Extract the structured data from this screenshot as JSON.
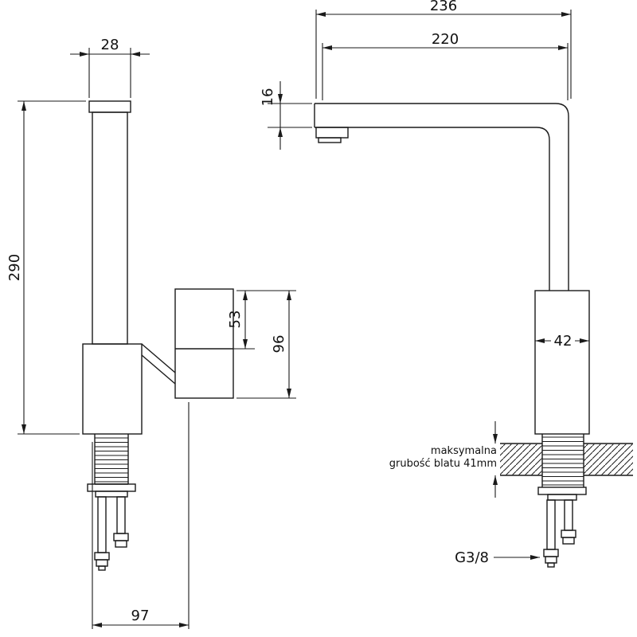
{
  "diagram": {
    "colors": {
      "line": "#1a1a1a",
      "background": "#ffffff"
    },
    "views": {
      "left": {
        "dims": {
          "cap_width": "28",
          "height": "290",
          "handle_upper": "53",
          "handle_total": "96",
          "base_depth": "97"
        }
      },
      "right": {
        "dims": {
          "overall_reach": "236",
          "spout_reach": "220",
          "spout_thickness": "16",
          "body_width": "42"
        },
        "countertop_note": [
          "maksymalna",
          "grubość blatu 41mm"
        ],
        "connection_thread": "G3/8"
      }
    }
  }
}
